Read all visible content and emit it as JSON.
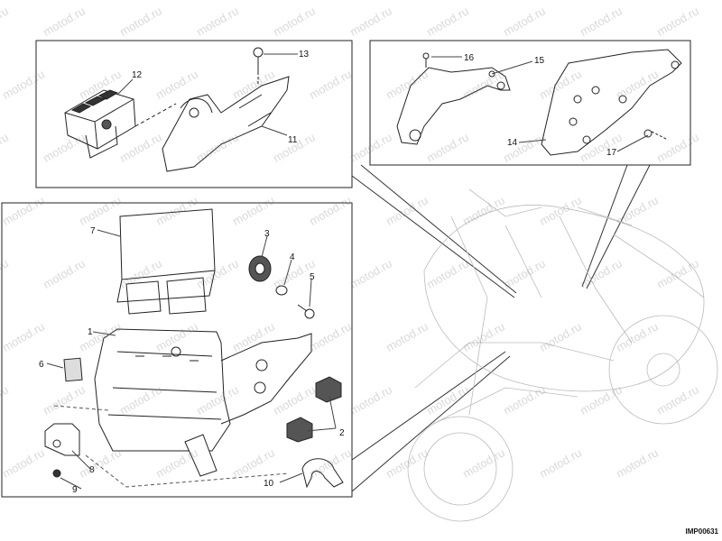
{
  "diagram": {
    "callouts": [
      "1",
      "2",
      "3",
      "4",
      "5",
      "6",
      "7",
      "8",
      "9",
      "10",
      "11",
      "12",
      "13",
      "14",
      "15",
      "16",
      "17"
    ],
    "image_code": "IMP00631",
    "watermark": "motod.ru"
  }
}
